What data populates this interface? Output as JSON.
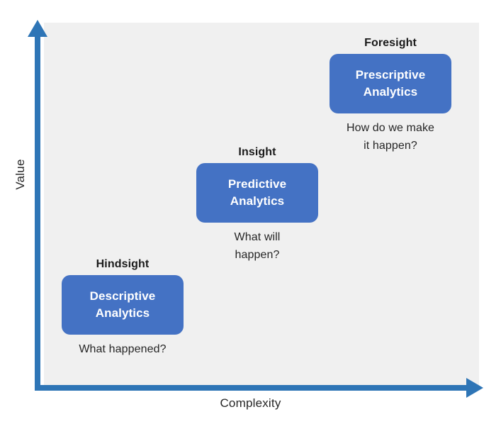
{
  "diagram": {
    "axes": {
      "y_title": "Value",
      "x_title": "Complexity",
      "axis_color": "#2e75b6",
      "plot_background": "#f0f0f0"
    },
    "box_color": "#4472c4",
    "box_text_color": "#ffffff",
    "stages": [
      {
        "id": "hindsight",
        "label": "Hindsight",
        "box_line1": "Descriptive",
        "box_line2": "Analytics",
        "caption_line1": "What happened?",
        "caption_line2": ""
      },
      {
        "id": "insight",
        "label": "Insight",
        "box_line1": "Predictive",
        "box_line2": "Analytics",
        "caption_line1": "What will",
        "caption_line2": "happen?"
      },
      {
        "id": "foresight",
        "label": "Foresight",
        "box_line1": "Prescriptive",
        "box_line2": "Analytics",
        "caption_line1": "How do we make",
        "caption_line2": "it happen?"
      }
    ]
  }
}
